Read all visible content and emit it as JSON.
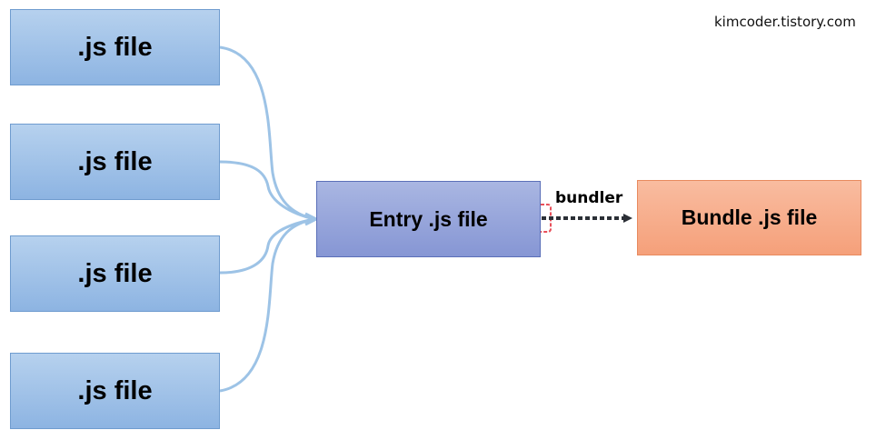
{
  "watermark": "kimcoder.tistory.com",
  "sources": [
    {
      "label": ".js file"
    },
    {
      "label": ".js file"
    },
    {
      "label": ".js file"
    },
    {
      "label": ".js file"
    }
  ],
  "entry": {
    "label": "Entry .js file"
  },
  "bundle": {
    "label": "Bundle .js file"
  },
  "edge": {
    "label": "bundler"
  },
  "colors": {
    "source_fill": "#9cc0e8",
    "entry_fill": "#95a5da",
    "bundle_fill": "#f7ad8b",
    "connector": "#9dc3e6",
    "highlight": "#e8505b",
    "arrow": "#2b2f36"
  }
}
